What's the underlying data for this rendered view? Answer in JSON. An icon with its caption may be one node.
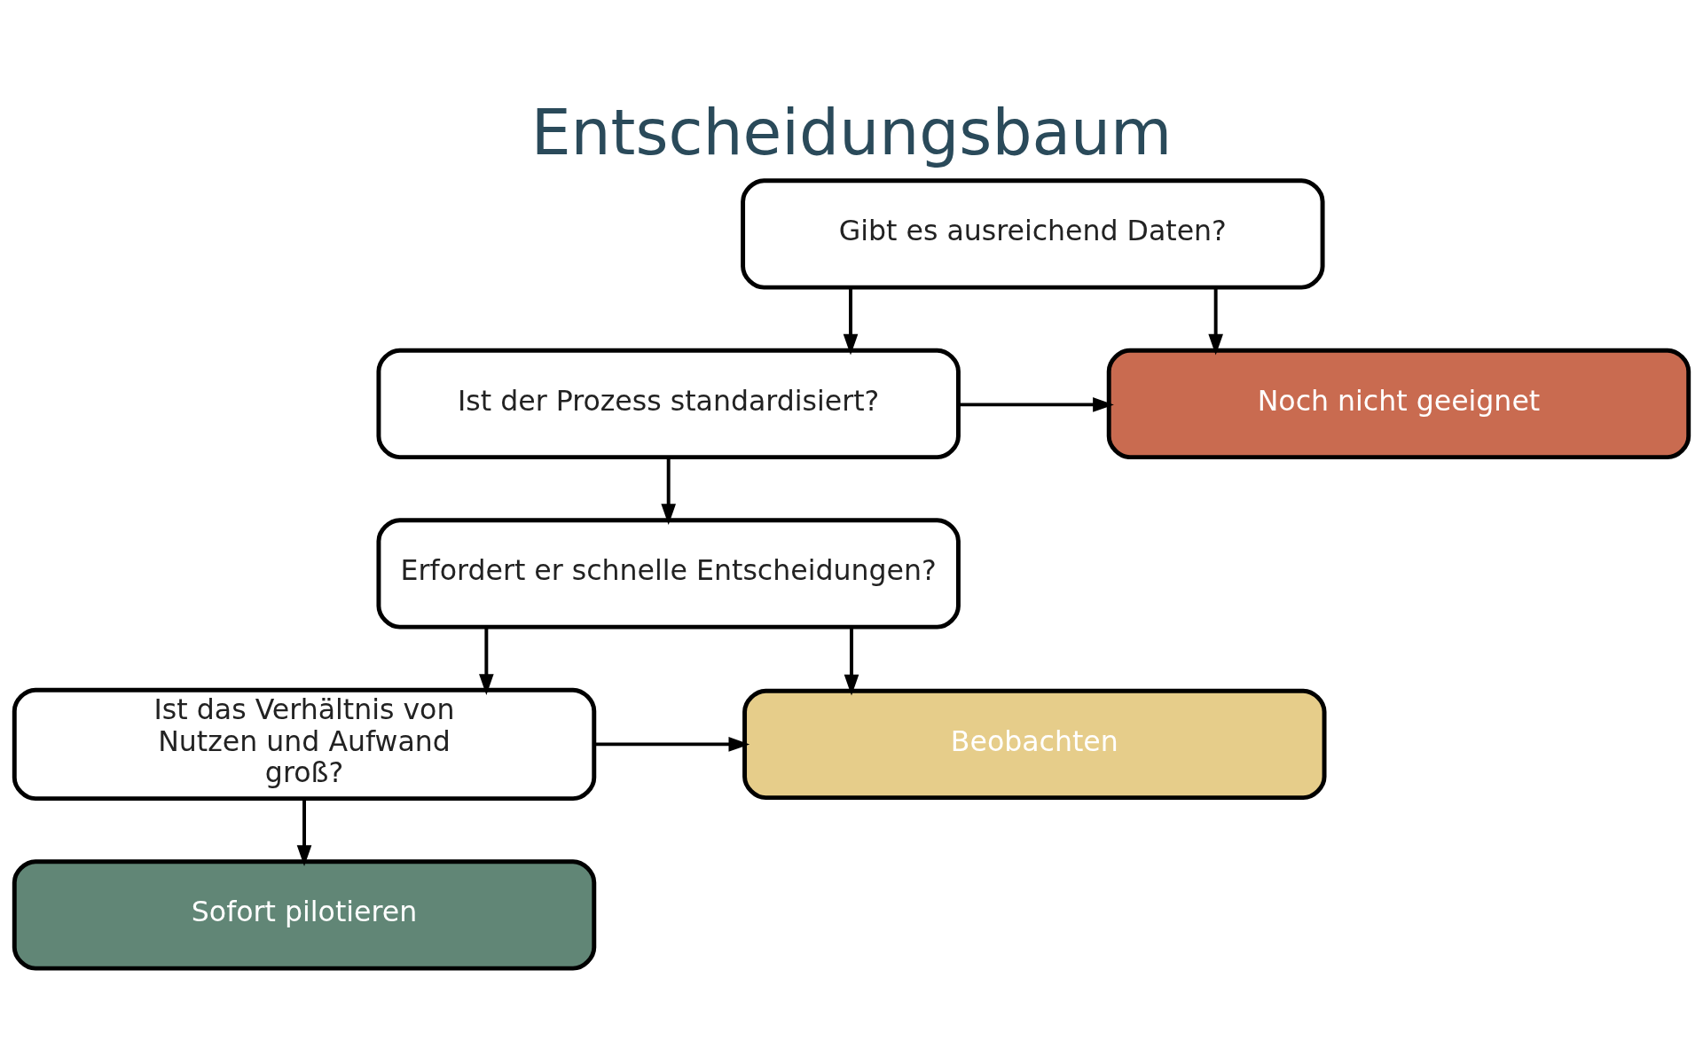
{
  "diagram": {
    "title": "Entscheidungsbaum",
    "nodes": [
      {
        "text": [
          "Gibt es ausreichend Daten?"
        ]
      },
      {
        "text": [
          "Ist der Prozess standardisiert?"
        ]
      },
      {
        "text": [
          "Noch nicht geeignet"
        ]
      },
      {
        "text": [
          "Erfordert er schnelle Entscheidungen?"
        ]
      },
      {
        "text": [
          "Ist das Verhältnis von Nutzen und Aufwand groß?"
        ]
      },
      {
        "text": [
          "Beobachten"
        ]
      },
      {
        "text": [
          "Sofort pilotieren"
        ]
      }
    ],
    "edges": [
      {
        "from": 0,
        "to": 1,
        "arrow": "to"
      },
      {
        "from": 0,
        "to": 2,
        "arrow": "to"
      },
      {
        "from": 1,
        "to": 3,
        "arrow": "to"
      },
      {
        "from": 1,
        "to": 2,
        "arrow": "to"
      },
      {
        "from": 3,
        "to": 4,
        "arrow": "to"
      },
      {
        "from": 3,
        "to": 5,
        "arrow": "to"
      },
      {
        "from": 4,
        "to": 6,
        "arrow": "to"
      },
      {
        "from": 4,
        "to": 5,
        "arrow": "to"
      }
    ]
  }
}
